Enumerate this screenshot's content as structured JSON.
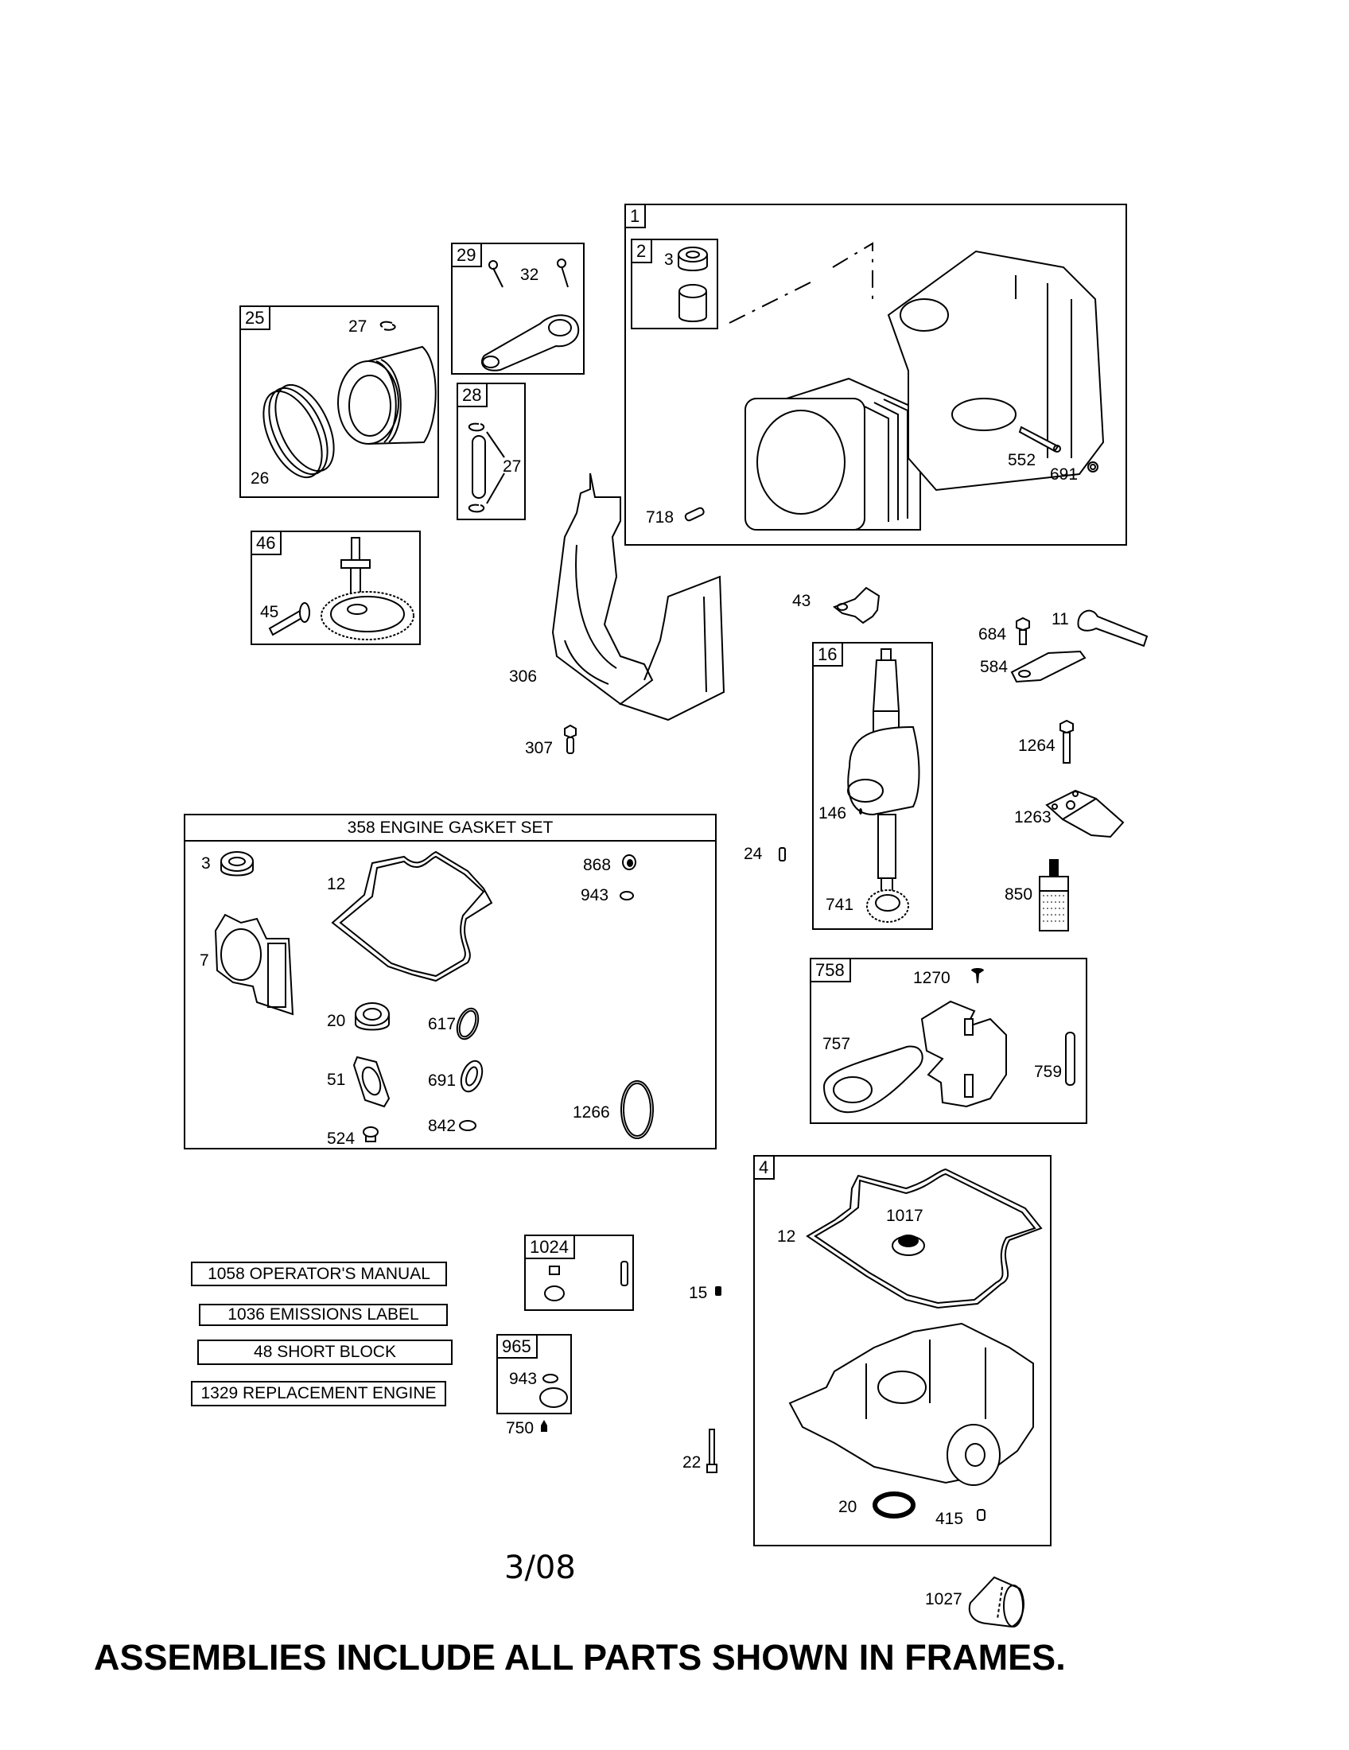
{
  "document": {
    "date_code": "3/08",
    "footer_note": "ASSEMBLIES INCLUDE ALL PARTS SHOWN IN FRAMES."
  },
  "frames": {
    "piston_assembly": {
      "ref": "25",
      "parts": {
        "retainer": "27",
        "rings": "26"
      }
    },
    "connecting_rod": {
      "ref": "29",
      "parts": {
        "bolt": "32"
      }
    },
    "piston_pin": {
      "ref": "28",
      "parts": {
        "retainer": "27"
      }
    },
    "cylinder": {
      "ref": "1",
      "parts": {
        "bushing_assy": "2",
        "seal": "3",
        "dowel_718": "718",
        "tube": "552",
        "seal_691": "691"
      }
    },
    "cam_gear": {
      "ref": "46",
      "parts": {
        "pin": "45"
      }
    },
    "crankshaft": {
      "ref": "16",
      "parts": {
        "key": "146",
        "gear": "741"
      }
    },
    "governor_assy": {
      "ref": "758",
      "parts": {
        "screw": "1270",
        "bracket": "757",
        "pin": "759"
      }
    },
    "sump": {
      "ref": "4",
      "parts": {
        "gasket": "12",
        "plug": "1017",
        "seal": "20",
        "fitting": "415"
      }
    },
    "gasket_set": {
      "title": "358 ENGINE GASKET SET",
      "parts": [
        "3",
        "12",
        "7",
        "868",
        "943",
        "20",
        "617",
        "51",
        "691",
        "524",
        "842",
        "1266"
      ]
    },
    "kit_1024": {
      "ref": "1024"
    },
    "kit_965": {
      "ref": "965",
      "parts": {
        "oring": "943"
      }
    }
  },
  "loose_parts": {
    "shield": "306",
    "screw_307": "307",
    "p43": "43",
    "p684": "684",
    "p11": "11",
    "p584": "584",
    "p1264": "1264",
    "p1263": "1263",
    "p24": "24",
    "p850": "850",
    "p15": "15",
    "p22": "22",
    "p750": "750",
    "p1027": "1027"
  },
  "label_boxes": [
    "1058 OPERATOR'S MANUAL",
    "1036 EMISSIONS LABEL",
    "48 SHORT BLOCK",
    "1329 REPLACEMENT ENGINE"
  ]
}
